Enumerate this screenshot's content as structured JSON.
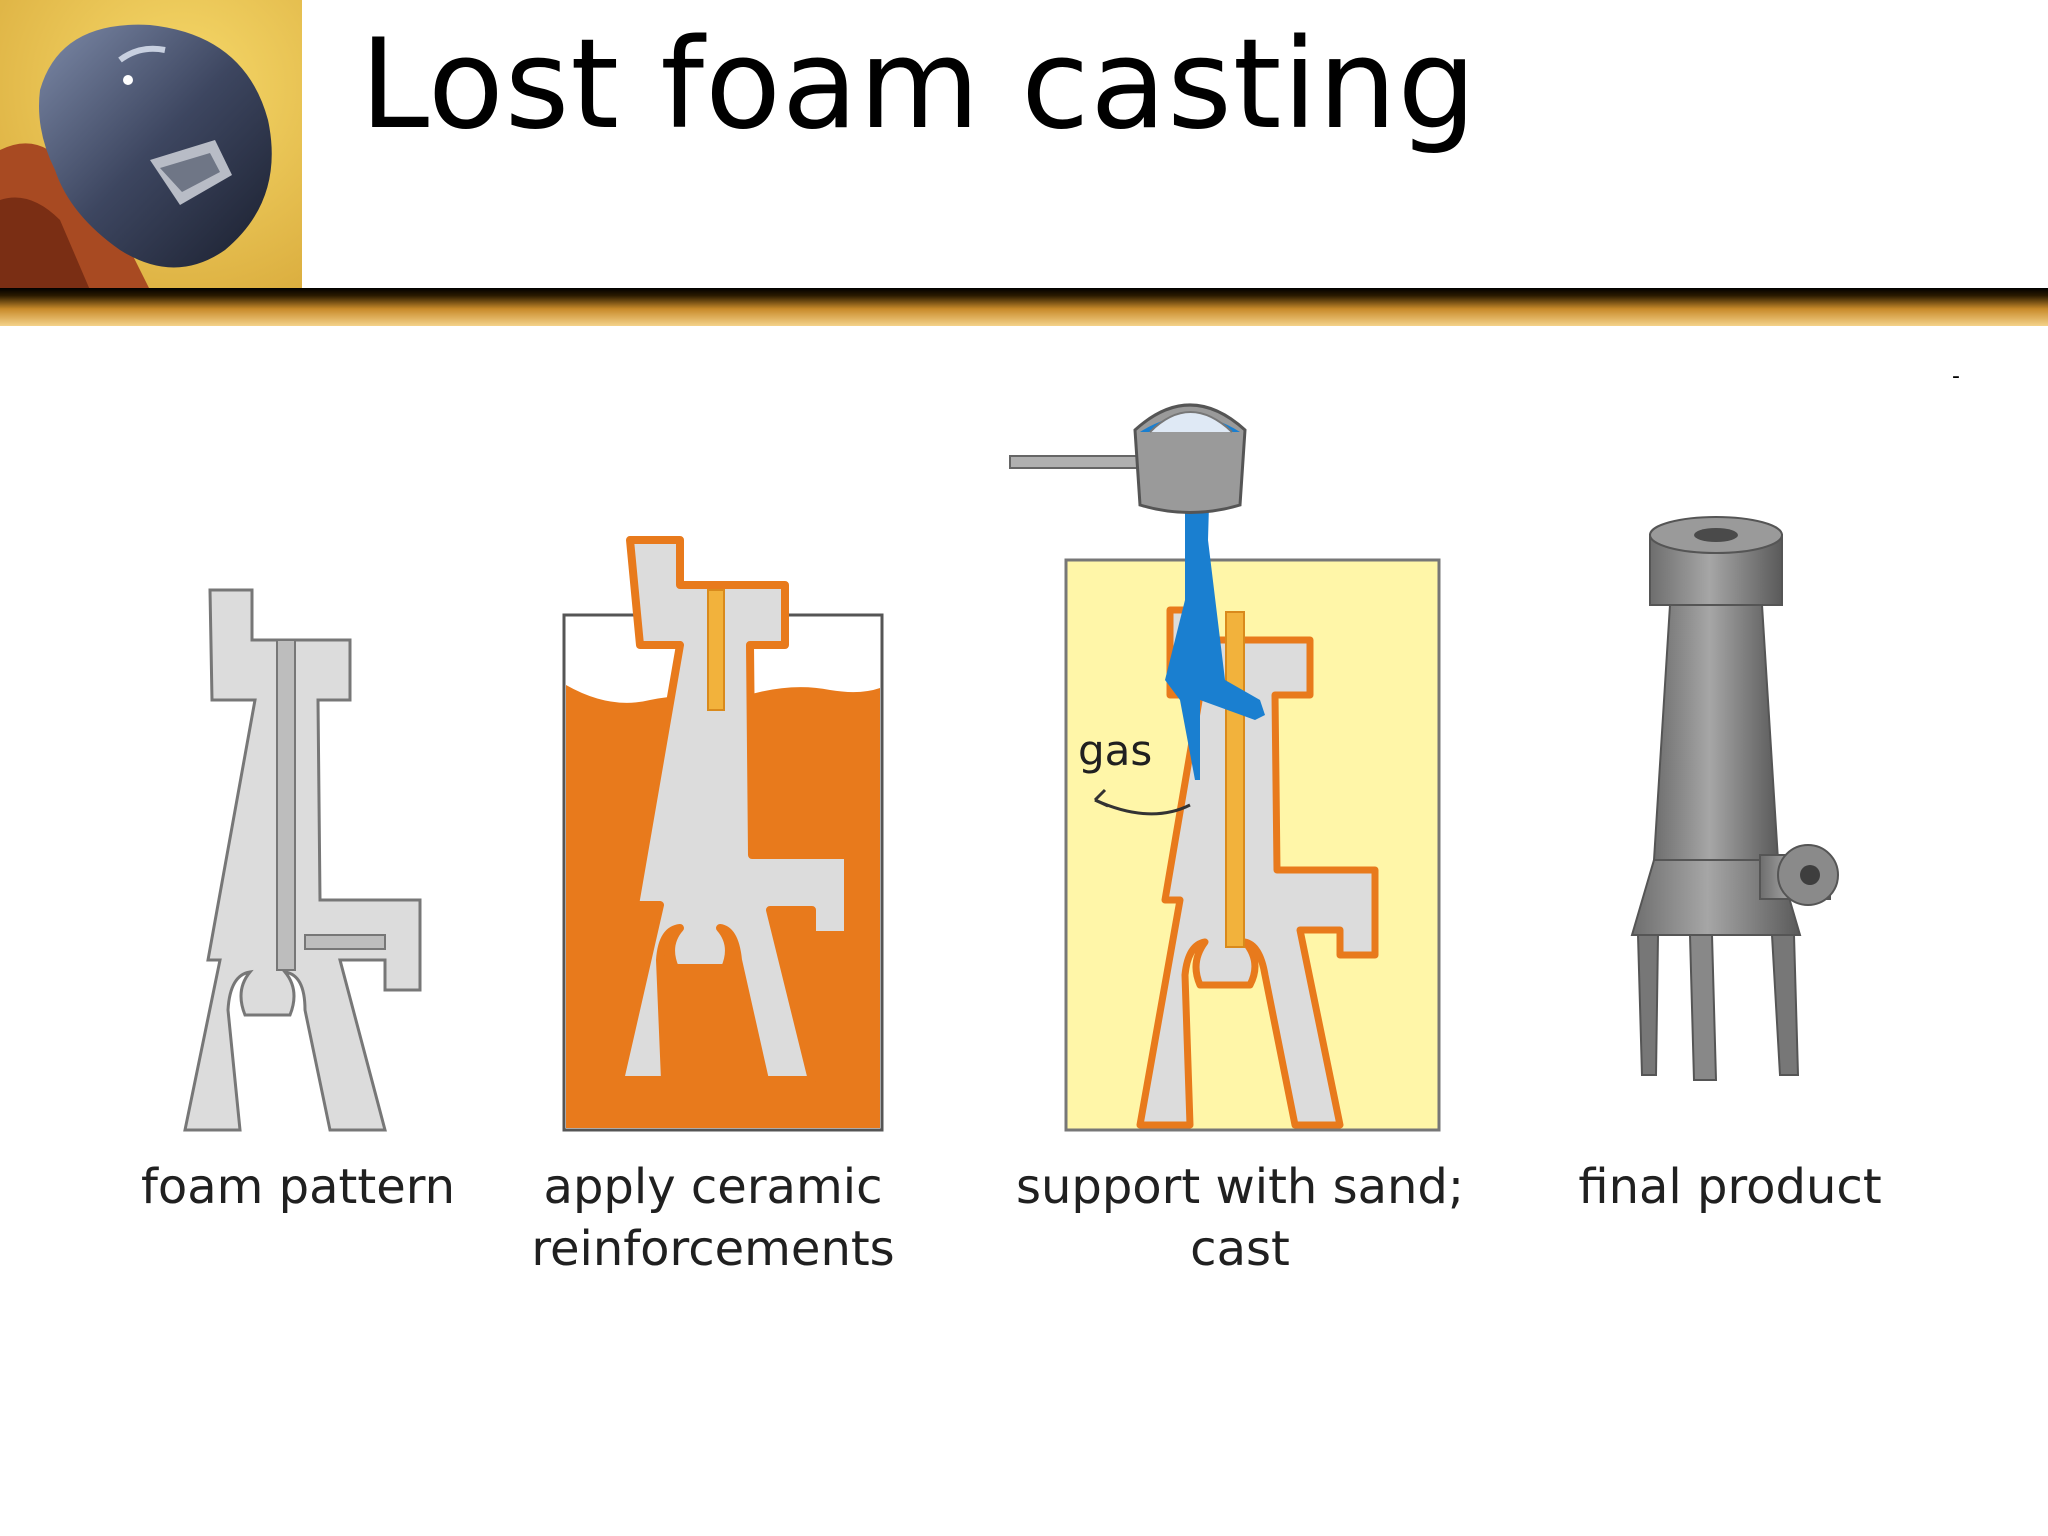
{
  "slide": {
    "title": "Lost foam casting",
    "stray_mark": "-"
  },
  "colors": {
    "header_gradient_top": "#2a1a00",
    "header_gradient_bottom": "#f0c060",
    "foam": "#dcdcdc",
    "ceramic": "#e87a1c",
    "sand": "#fff6a8",
    "metal": "#1a7fd0",
    "product": "#8a8a8a"
  },
  "steps": [
    {
      "label": "foam pattern"
    },
    {
      "label_line1": "apply ceramic",
      "label_line2": "reinforcements"
    },
    {
      "label_line1": "support with sand;",
      "label_line2": "cast",
      "annotation": "gas"
    },
    {
      "label": "final product"
    }
  ]
}
